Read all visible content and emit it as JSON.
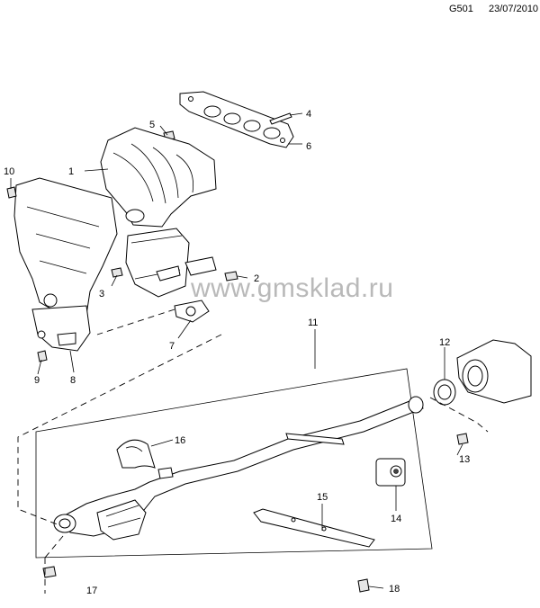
{
  "header": {
    "code": "G501",
    "date": "23/07/2010"
  },
  "watermark": "gmsklad.ru",
  "callouts": {
    "c1": "1",
    "c2": "2",
    "c3": "3",
    "c4": "4",
    "c5": "5",
    "c6": "6",
    "c7": "7",
    "c8": "8",
    "c9": "9",
    "c10": "10",
    "c11": "11",
    "c12": "12",
    "c13": "13",
    "c14": "14",
    "c15": "15",
    "c16": "16",
    "c17": "17",
    "c18": "18"
  }
}
